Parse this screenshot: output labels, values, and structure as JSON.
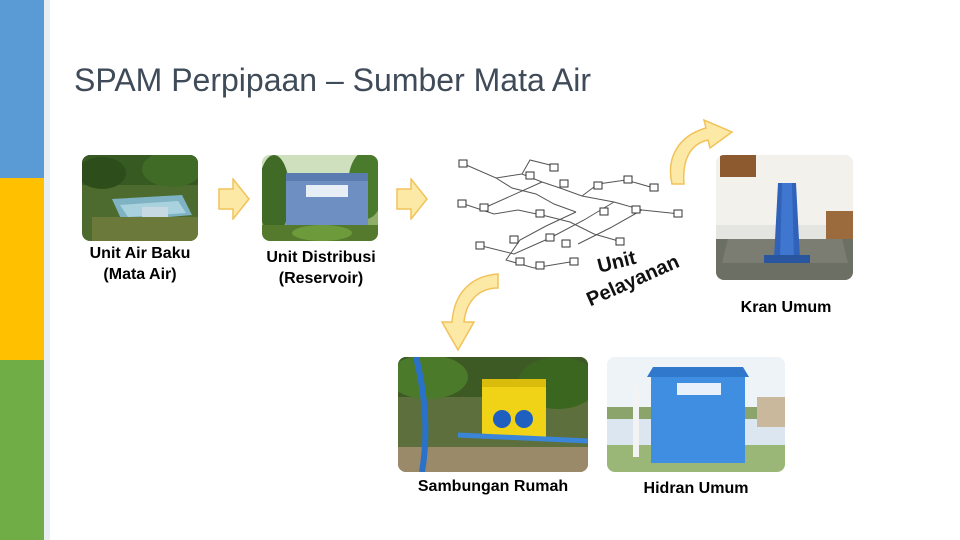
{
  "slide": {
    "title": "SPAM Perpipaan – Sumber Mata Air"
  },
  "steps": {
    "raw_water": "Unit Air Baku (Mata Air)",
    "distribution": "Unit Distribusi (Reservoir)",
    "service_line1": "Unit",
    "service_line2": "Pelayanan",
    "public_tap": "Kran Umum",
    "house_connection": "Sambungan Rumah",
    "hydrant": "Hidran Umum"
  },
  "colors": {
    "stripe_blue": "#5b9bd5",
    "stripe_yellow": "#ffc000",
    "stripe_green": "#70ad47",
    "arrow_fill": "#fde9a6",
    "arrow_stroke": "#f2c25a"
  },
  "icons": {
    "flow_arrow": "right-block-arrow",
    "curved_arrow": "curved-arrow"
  }
}
